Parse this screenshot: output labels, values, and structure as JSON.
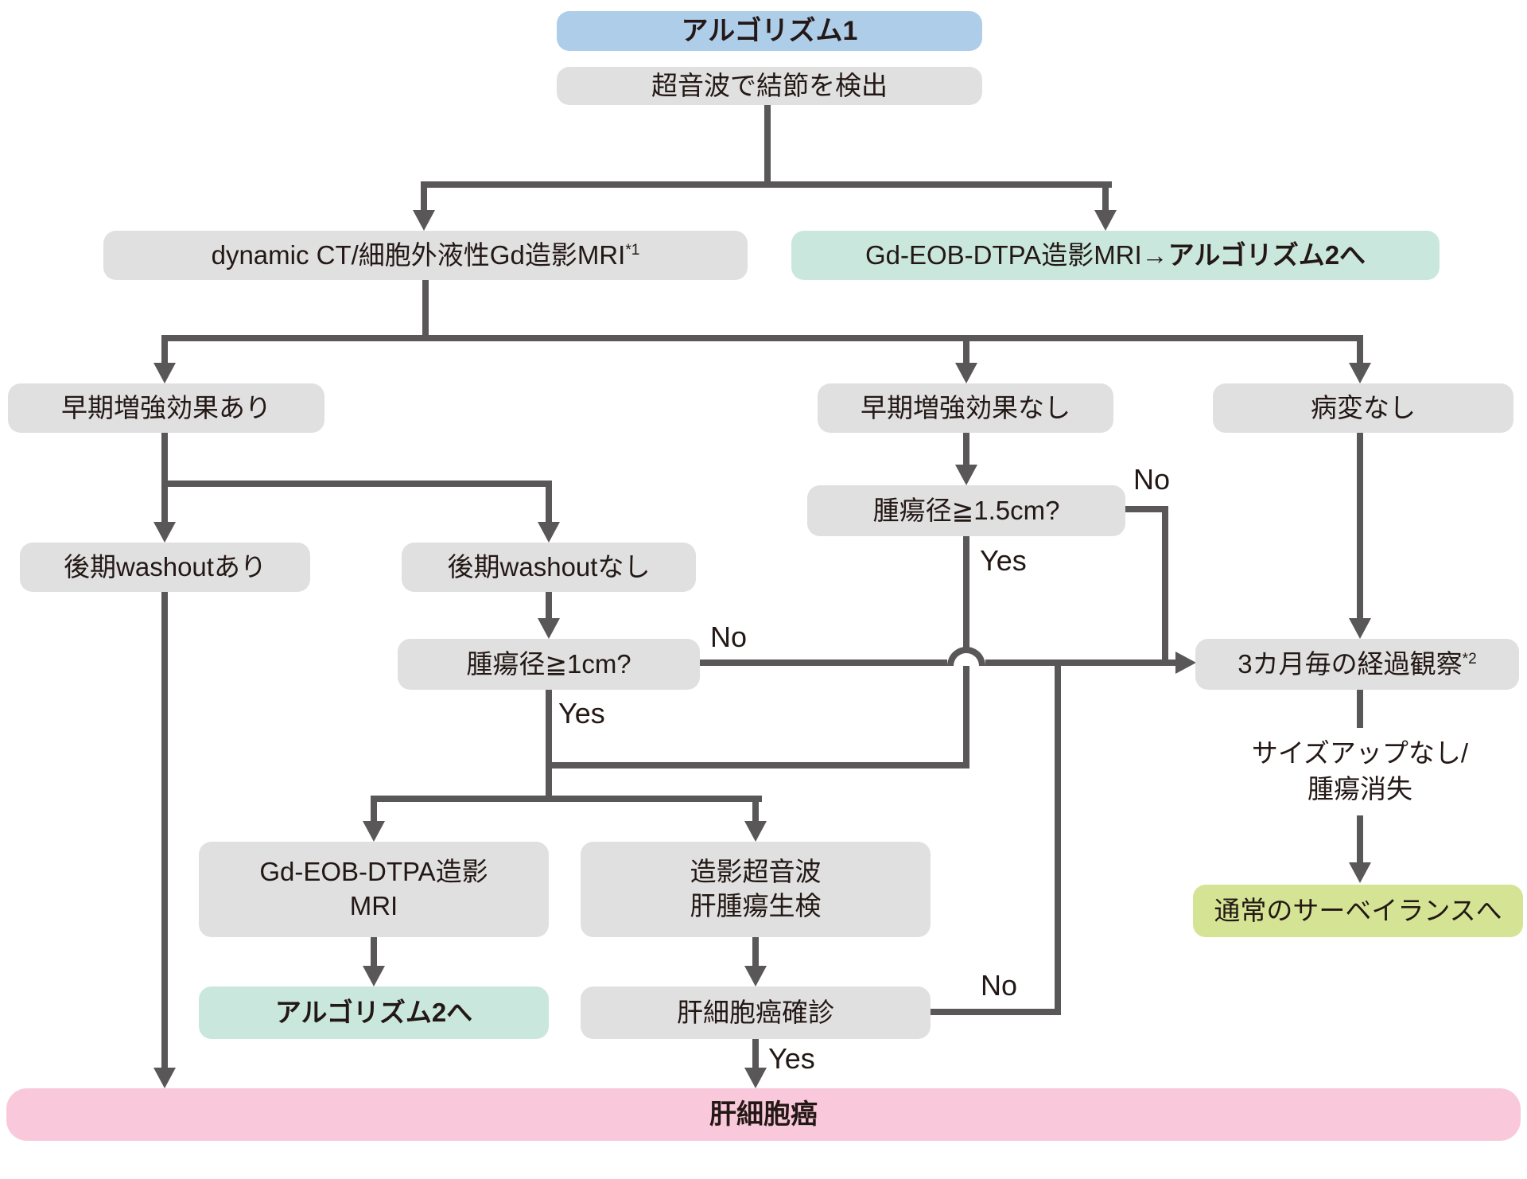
{
  "diagram_title": "アルゴリズム1",
  "labels": {
    "yes": "Yes",
    "no": "No"
  },
  "colors": {
    "header_blue": "#aecde9",
    "node_gray": "#e0e0e0",
    "result_green": "#c9e7dd",
    "surveillance_lime": "#d4e494",
    "hcc_pink": "#f9c9db",
    "line": "#595757",
    "text": "#231815"
  },
  "nodes": {
    "start": "超音波で結節を検出",
    "dynamic_ct": {
      "text": "dynamic CT/細胞外液性Gd造影MRI",
      "sup": "*1"
    },
    "eob_mri_branch": {
      "text": "Gd-EOB-DTPA造影MRI→",
      "bold": "アルゴリズム2へ"
    },
    "early_enhance_present": "早期増強効果あり",
    "early_enhance_absent": "早期増強効果なし",
    "no_lesion": "病変なし",
    "washout_present": "後期washoutあり",
    "washout_absent": "後期washoutなし",
    "tumor_ge_15": "腫瘍径≧1.5cm?",
    "tumor_ge_10": "腫瘍径≧1cm?",
    "followup": {
      "text": "3カ月毎の経過観察",
      "sup": "*2"
    },
    "eob_mri": {
      "line1": "Gd-EOB-DTPA造影",
      "line2": "MRI"
    },
    "ceus_biopsy": {
      "line1": "造影超音波",
      "line2": "肝腫瘍生検"
    },
    "to_algorithm2": "アルゴリズム2へ",
    "hcc_confirmed": "肝細胞癌確診",
    "no_size_up": {
      "line1": "サイズアップなし/",
      "line2": "腫瘍消失"
    },
    "surveillance": "通常のサーベイランスへ",
    "hcc": "肝細胞癌"
  }
}
